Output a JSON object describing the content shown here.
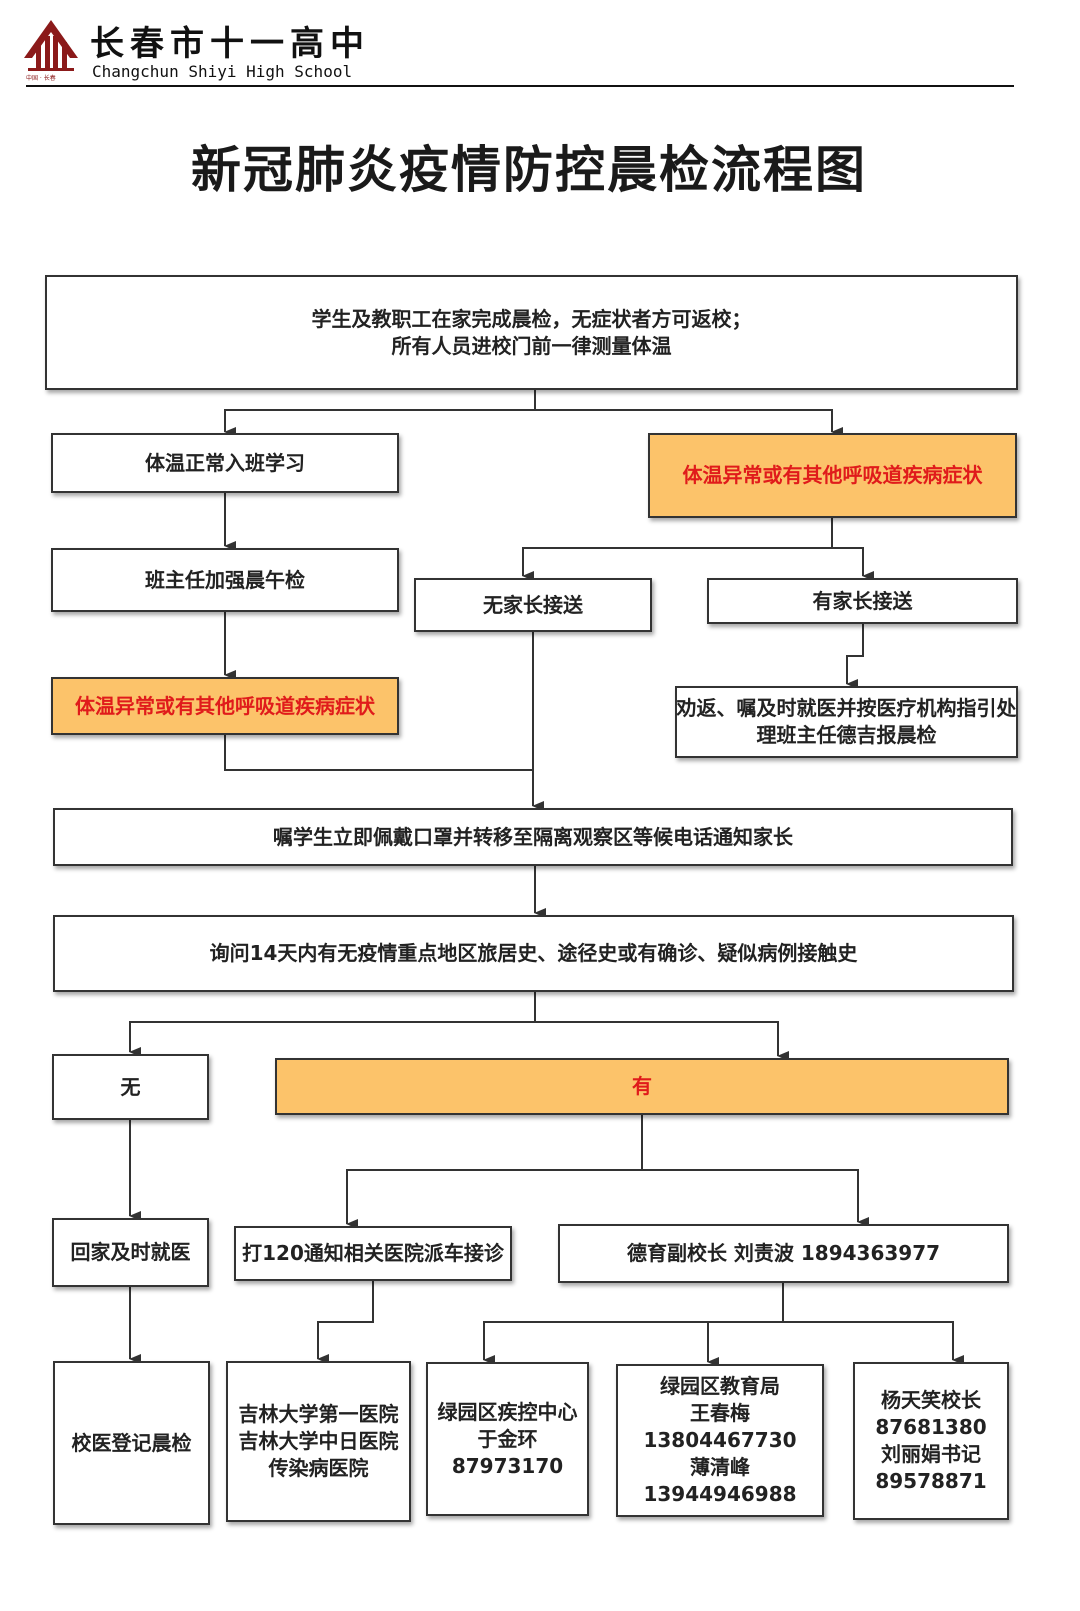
{
  "header": {
    "school_name_cn": "长春市十一高中",
    "school_name_en": "Changchun Shiyi High School",
    "logo_caption": "中国 · 长春"
  },
  "title": "新冠肺炎疫情防控晨检流程图",
  "flow": {
    "start": [
      "学生及教职工在家完成晨检，无症状者方可返校；",
      "所有人员进校门前一律测量体温"
    ],
    "normal_temp": "体温正常入班学习",
    "abnormal_temp_right": "体温异常或有其他呼吸道疾病症状",
    "head_teacher_check": "班主任加强晨午检",
    "no_parent": "无家长接送",
    "with_parent": "有家长接送",
    "abnormal_temp_left": "体温异常或有其他呼吸道疾病症状",
    "persuade_return": [
      "劝返、嘱及时就医并按医疗机构指引处",
      "理班主任德吉报晨检"
    ],
    "isolate": "嘱学生立即佩戴口罩并转移至隔离观察区等候电话通知家长",
    "inquire": "询问14天内有无疫情重点地区旅居史、途径史或有确诊、疑似病例接触史",
    "no": "无",
    "yes": "有",
    "go_home": "回家及时就医",
    "call_120": "打120通知相关医院派车接诊",
    "vice_principal": "德育副校长  刘责波  1894363977",
    "school_doctor": "校医登记晨检",
    "hospitals": [
      "吉林大学第一医院",
      "吉林大学中日医院",
      "传染病医院"
    ],
    "cdc": [
      "绿园区疾控中心",
      "于金环",
      "87973170"
    ],
    "edu_bureau": [
      "绿园区教育局",
      "王春梅",
      "13804467730",
      "薄清峰",
      "13944946988"
    ],
    "principals": [
      "杨天笑校长",
      "87681380",
      "刘丽娟书记",
      "89578871"
    ]
  },
  "colors": {
    "highlight_fill": "#fcc36a",
    "highlight_text": "#e01b1b",
    "logo_red": "#8b1a1a",
    "border": "#333333"
  },
  "icons": {
    "logo": "school-gate-logo-icon"
  }
}
